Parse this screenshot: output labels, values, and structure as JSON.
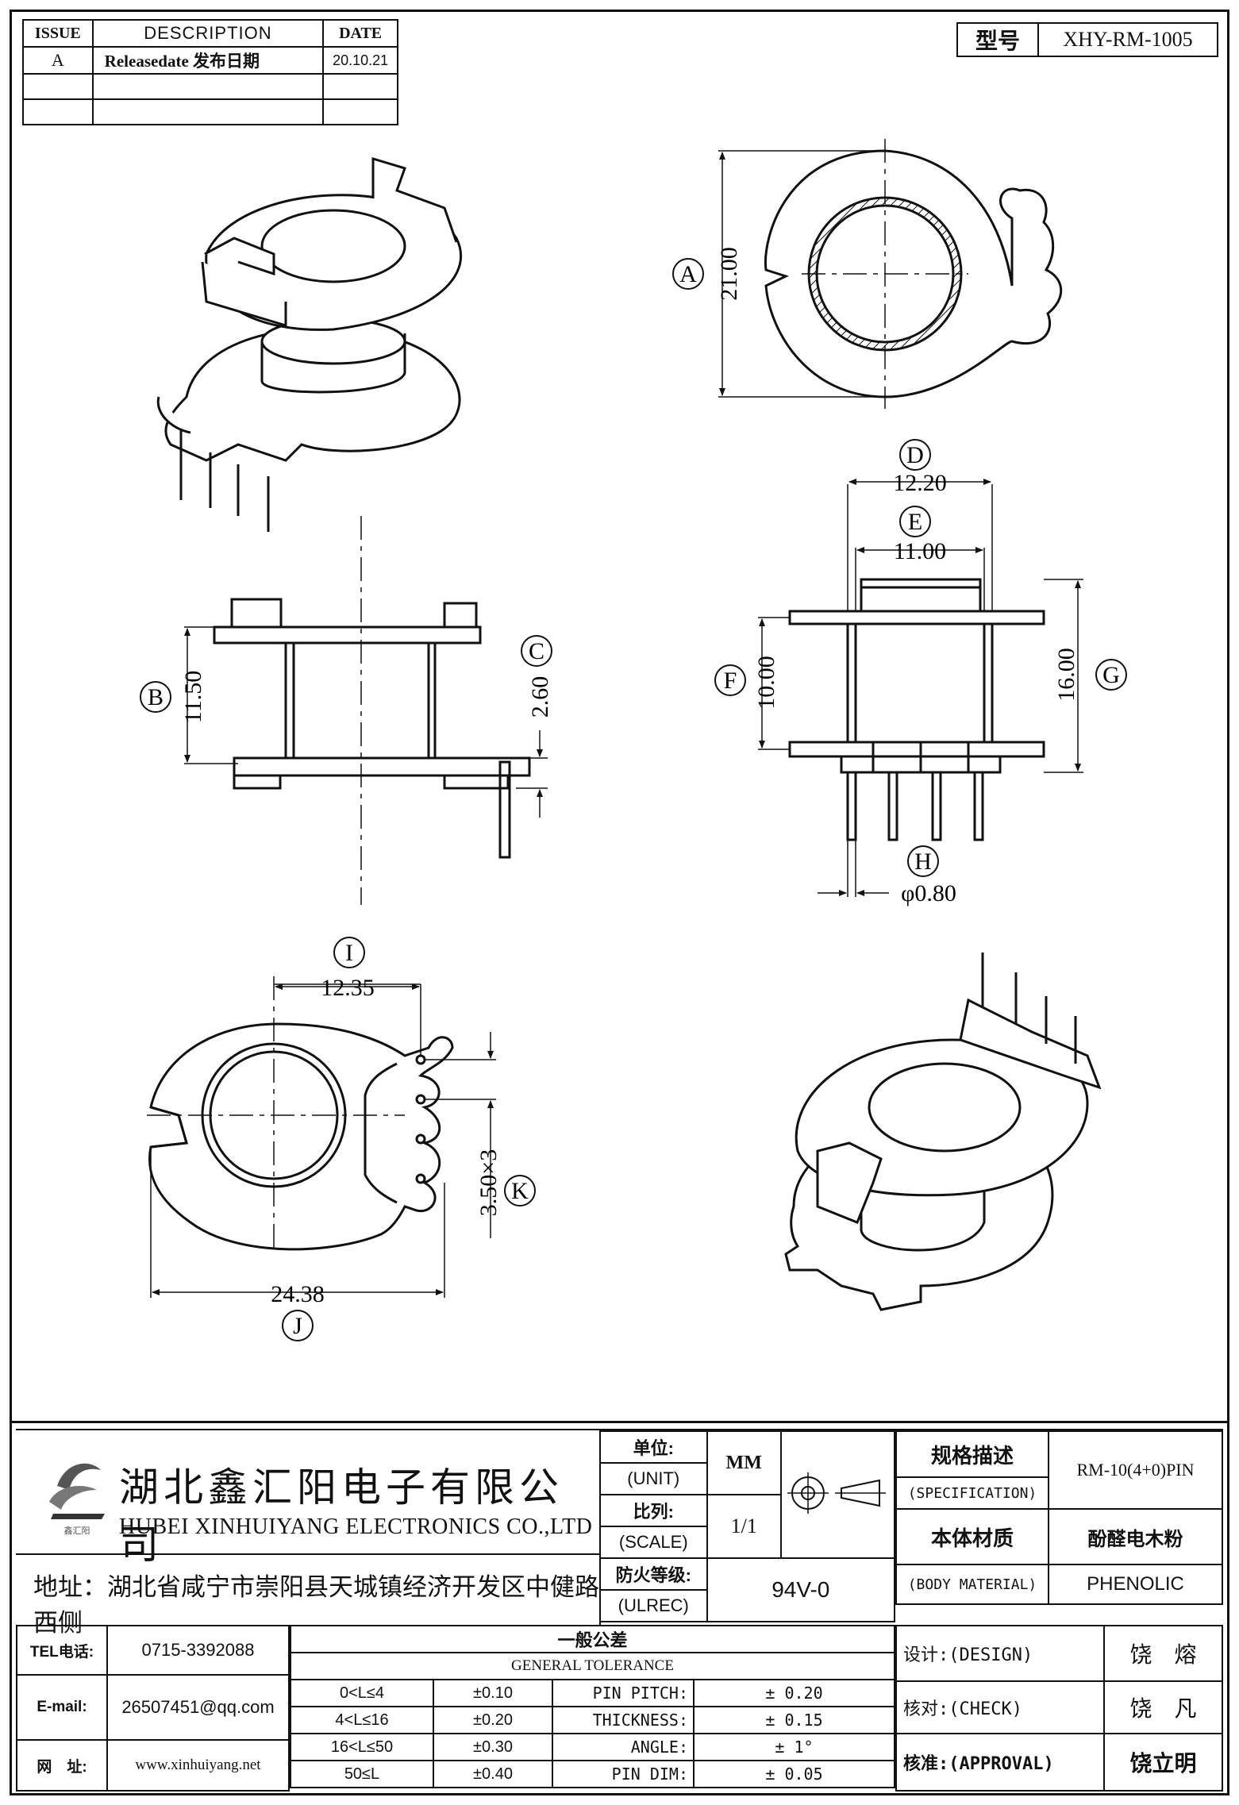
{
  "revision_table": {
    "headers": {
      "issue": "ISSUE",
      "description": "DESCRIPTION",
      "date": "DATE"
    },
    "rows": [
      {
        "issue": "A",
        "description": "Releasedate 发布日期",
        "date": "20.10.21"
      },
      {
        "issue": "",
        "description": "",
        "date": ""
      },
      {
        "issue": "",
        "description": "",
        "date": ""
      }
    ]
  },
  "model_box": {
    "label": "型号",
    "value": "XHY-RM-1005"
  },
  "dimensions": {
    "A": {
      "letter": "A",
      "value": "21.00"
    },
    "B": {
      "letter": "B",
      "value": "11.50"
    },
    "C": {
      "letter": "C",
      "value": "2.60"
    },
    "D": {
      "letter": "D",
      "value": "12.20"
    },
    "E": {
      "letter": "E",
      "value": "11.00"
    },
    "F": {
      "letter": "F",
      "value": "10.00"
    },
    "G": {
      "letter": "G",
      "value": "16.00"
    },
    "H": {
      "letter": "H",
      "value": "φ0.80"
    },
    "I": {
      "letter": "I",
      "value": "12.35"
    },
    "J": {
      "letter": "J",
      "value": "24.38"
    },
    "K": {
      "letter": "K",
      "value": "3.50×3"
    }
  },
  "company": {
    "name_cn": "湖北鑫汇阳电子有限公司",
    "name_en": "HUBEI XINHUIYANG ELECTRONICS CO.,LTD",
    "logo_text": "鑫汇阳",
    "address_label": "地址：",
    "address": "湖北省咸宁市崇阳县天城镇经济开发区中健路西侧"
  },
  "title_block": {
    "unit_cn": "单位:",
    "unit_en": "(UNIT)",
    "unit_value": "MM",
    "scale_cn": "比列:",
    "scale_en": "(SCALE)",
    "scale_value": "1/1",
    "ul_cn": "防火等级:",
    "ul_en": "(ULREC)",
    "ul_value": "94V-0",
    "spec_cn": "规格描述",
    "spec_en": "(SPECIFICATION)",
    "spec_value": "RM-10(4+0)PIN",
    "material_cn": "本体材质",
    "material_en": "(BODY MATERIAL)",
    "material_value_cn": "酚醛电木粉",
    "material_value_en": "PHENOLIC"
  },
  "contact": {
    "tel_label": "TEL电话:",
    "tel": "0715-3392088",
    "email_label": "E-mail:",
    "email": "26507451@qq.com",
    "web_label": "网　址:",
    "web": "www.xinhuiyang.net"
  },
  "tolerance": {
    "title_cn": "一般公差",
    "title_en": "GENERAL TOLERANCE",
    "ranges": [
      {
        "range": "0<L≤4",
        "tol": "±0.10"
      },
      {
        "range": "4<L≤16",
        "tol": "±0.20"
      },
      {
        "range": "16<L≤50",
        "tol": "±0.30"
      },
      {
        "range": "50≤L",
        "tol": "±0.40"
      }
    ],
    "items": [
      {
        "name": "PIN PITCH:",
        "tol": "± 0.20"
      },
      {
        "name": "THICKNESS:",
        "tol": "± 0.15"
      },
      {
        "name": "ANGLE:",
        "tol": "± 1°"
      },
      {
        "name": "PIN DIM:",
        "tol": "± 0.05"
      }
    ]
  },
  "signoff": [
    {
      "label": "设计:(DESIGN)",
      "name": "饶　熔"
    },
    {
      "label": "核对:(CHECK)",
      "name": "饶　凡"
    },
    {
      "label": "核准:(APPROVAL)",
      "name": "饶立明"
    }
  ]
}
